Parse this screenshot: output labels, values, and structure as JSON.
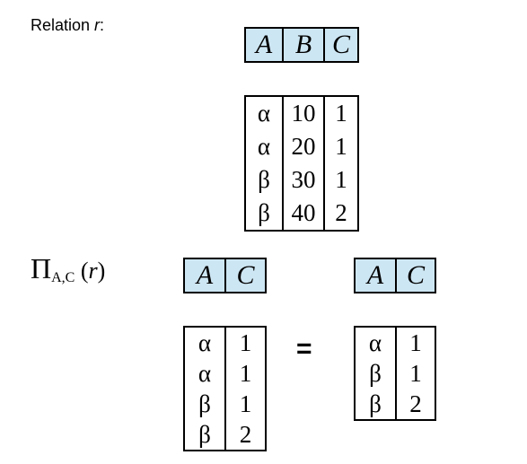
{
  "caption": {
    "prefix": "Relation ",
    "variable": "r",
    "suffix": ":"
  },
  "expression": {
    "operator": "Π",
    "subscript": "A,C",
    "open": "(",
    "relation": "r",
    "close": ")"
  },
  "equals_sign": "=",
  "table_r": {
    "headers": [
      "A",
      "B",
      "C"
    ],
    "rows": [
      [
        "α",
        "10",
        "1"
      ],
      [
        "α",
        "20",
        "1"
      ],
      [
        "β",
        "30",
        "1"
      ],
      [
        "β",
        "40",
        "2"
      ]
    ]
  },
  "table_projection_with_duplicates": {
    "headers": [
      "A",
      "C"
    ],
    "rows": [
      [
        "α",
        "1"
      ],
      [
        "α",
        "1"
      ],
      [
        "β",
        "1"
      ],
      [
        "β",
        "2"
      ]
    ]
  },
  "table_projection_result": {
    "headers": [
      "A",
      "C"
    ],
    "rows": [
      [
        "α",
        "1"
      ],
      [
        "β",
        "1"
      ],
      [
        "β",
        "2"
      ]
    ]
  },
  "colors": {
    "header_fill": "#cde6f3",
    "border": "#000000",
    "text": "#000000",
    "background": "#ffffff"
  }
}
